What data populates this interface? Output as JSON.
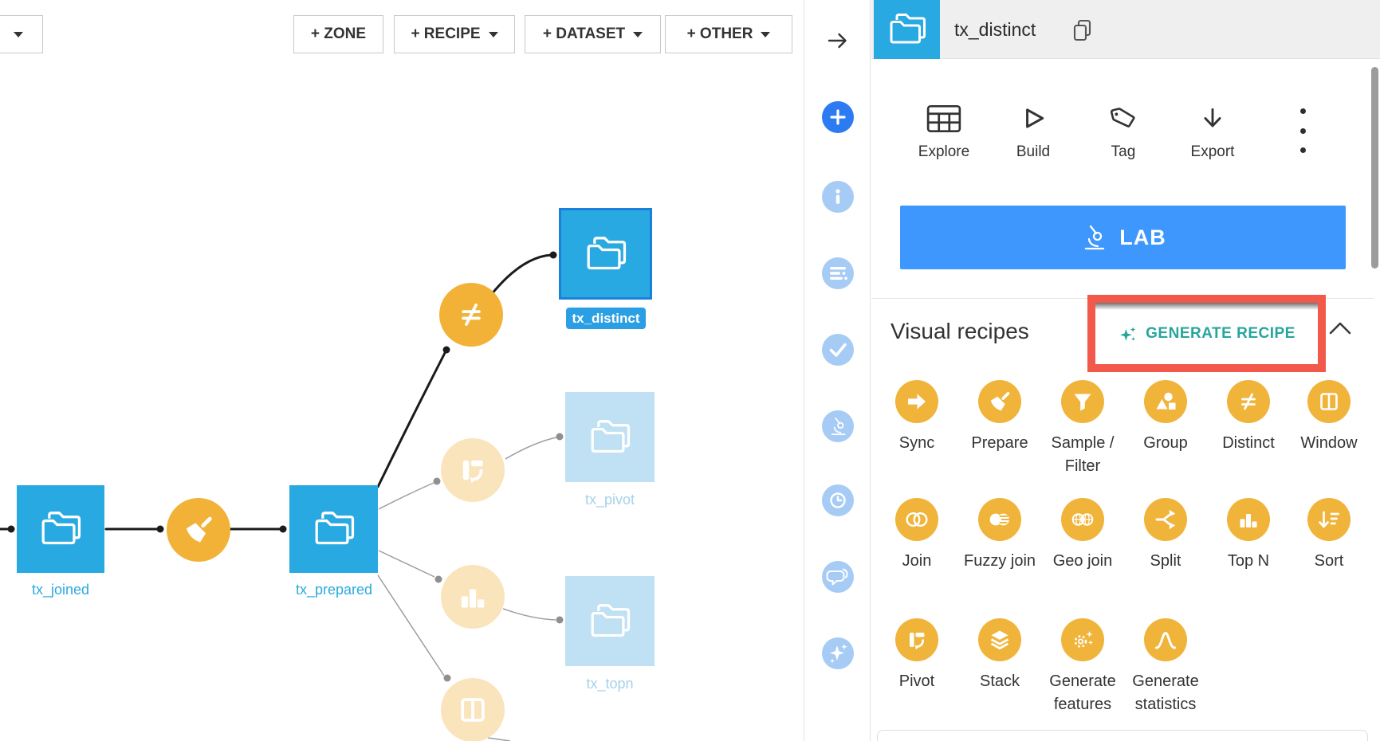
{
  "toolbar": {
    "buttons": [
      {
        "label": "+ ZONE",
        "has_caret": false
      },
      {
        "label": "+ RECIPE",
        "has_caret": true
      },
      {
        "label": "+ DATASET",
        "has_caret": true
      },
      {
        "label": "+ OTHER",
        "has_caret": true
      }
    ]
  },
  "flow": {
    "nodes": [
      {
        "label": "tx_joined",
        "type": "managed-folder",
        "state": "normal"
      },
      {
        "label": "tx_prepared",
        "type": "managed-folder",
        "state": "normal"
      },
      {
        "label": "tx_distinct",
        "type": "managed-folder",
        "state": "selected"
      },
      {
        "label": "tx_pivot",
        "type": "managed-folder",
        "state": "faded"
      },
      {
        "label": "tx_topn",
        "type": "managed-folder",
        "state": "faded"
      }
    ],
    "recipe_nodes": [
      {
        "icon": "prepare-broom-icon",
        "state": "normal"
      },
      {
        "icon": "distinct-icon",
        "state": "normal"
      },
      {
        "icon": "pivot-icon",
        "state": "faded"
      },
      {
        "icon": "top-n-icon",
        "state": "faded"
      },
      {
        "icon": "window-icon",
        "state": "faded"
      }
    ]
  },
  "sidebar": {
    "icons": [
      "expand-panel-arrow-icon",
      "add-icon",
      "info-icon",
      "details-icon",
      "checklist-icon",
      "lab-icon",
      "history-clock-icon",
      "discussions-icon",
      "ai-sparkle-icon"
    ]
  },
  "panel": {
    "title": "tx_distinct",
    "actions": [
      {
        "label": "Explore",
        "icon": "table-grid-icon"
      },
      {
        "label": "Build",
        "icon": "play-icon"
      },
      {
        "label": "Tag",
        "icon": "tag-icon"
      },
      {
        "label": "Export",
        "icon": "download-arrow-icon"
      }
    ],
    "lab_button": "LAB",
    "visual_recipes_heading": "Visual recipes",
    "generate_recipe_label": "GENERATE RECIPE",
    "recipes": [
      {
        "label": "Sync"
      },
      {
        "label": "Prepare"
      },
      {
        "label": "Sample / Filter"
      },
      {
        "label": "Group"
      },
      {
        "label": "Distinct"
      },
      {
        "label": "Window"
      },
      {
        "label": "Join"
      },
      {
        "label": "Fuzzy join"
      },
      {
        "label": "Geo join"
      },
      {
        "label": "Split"
      },
      {
        "label": "Top N"
      },
      {
        "label": "Sort"
      },
      {
        "label": "Pivot"
      },
      {
        "label": "Stack"
      },
      {
        "label": "Generate features"
      },
      {
        "label": "Generate statistics"
      }
    ]
  },
  "colors": {
    "dataset_blue": "#29A9E1",
    "dataset_faded": "#BFE1F3",
    "selected_border": "#1B80D9",
    "recipe_orange": "#F2B237",
    "recipe_faded": "#FAE4BC",
    "lab_blue": "#3E97FD",
    "generate_teal": "#27A59C",
    "highlight_red": "#F2594B",
    "sidebar_blue": "#A6CBF5",
    "plus_blue": "#2C7BF2",
    "header_gray": "#EFEFEF"
  }
}
